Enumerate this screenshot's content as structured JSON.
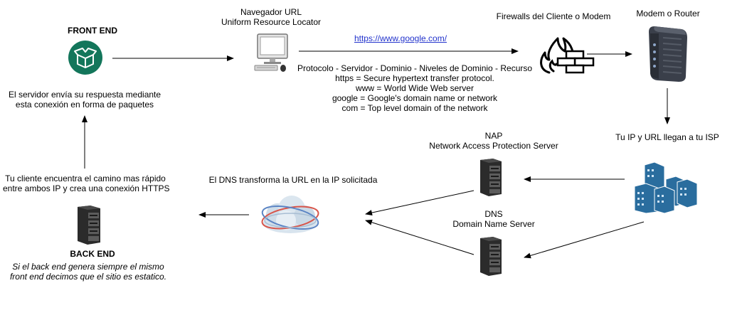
{
  "frontend": {
    "title": "FRONT END",
    "desc_1": "El servidor envía su respuesta mediante",
    "desc_2": "esta conexión en forma de paquetes"
  },
  "browser": {
    "title_1": "Navegador URL",
    "title_2": "Uniform Resource Locator"
  },
  "url": {
    "link": "https://www.google.com/",
    "line_1": "Protocolo - Servidor - Dominio - Niveles de Dominio - Recurso",
    "line_2": "https = Secure hypertext transfer protocol.",
    "line_3": "www = World Wide Web server",
    "line_4": "google = Google's domain name or network",
    "line_5": "com = Top level domain of the network"
  },
  "firewall": {
    "title": "Firewalls del Cliente o Modem"
  },
  "router": {
    "title": "Modem o Router"
  },
  "isp": {
    "title": "Tu IP y URL llegan a tu ISP"
  },
  "nap": {
    "title_1": "NAP",
    "title_2": "Network Access Protection Server"
  },
  "dns_server": {
    "title_1": "DNS",
    "title_2": "Domain Name Server"
  },
  "dns_cloud": {
    "caption": "El DNS transforma la URL en la IP solicitada"
  },
  "client": {
    "line_1": "Tu cliente encuentra el camino mas rápido",
    "line_2": "entre ambos IP y crea una conexión HTTPS"
  },
  "backend": {
    "title": "BACK END",
    "note_1": "Si el back end genera siempre el mismo",
    "note_2": "front end decimos que el sitio es estatico."
  },
  "colors": {
    "green": "#13765b",
    "blue": "#2a6d9e",
    "server": "#2b2b2b"
  }
}
